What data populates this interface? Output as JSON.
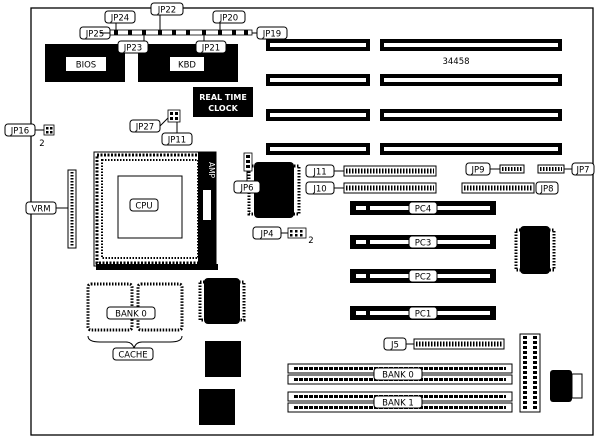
{
  "board": {
    "number": "34458",
    "chips": {
      "bios": "BIOS",
      "kbd": "KBD",
      "rtc_line1": "REAL TIME",
      "rtc_line2": "CLOCK",
      "cpu": "CPU",
      "socket_brand": "AMP"
    },
    "jumpers": {
      "jp16": "JP16",
      "jp16_pin": "2",
      "jp24": "JP24",
      "jp22": "JP22",
      "jp20": "JP20",
      "jp25": "JP25",
      "jp23": "JP23",
      "jp21": "JP21",
      "jp19": "JP19",
      "jp27": "JP27",
      "jp11": "JP11",
      "jp6": "JP6",
      "jp4": "JP4",
      "jp4_pin": "2",
      "jp9": "JP9",
      "jp7": "JP7",
      "jp8": "JP8"
    },
    "connectors": {
      "vrm": "VRM",
      "j11": "J11",
      "j10": "J10",
      "j5": "J5",
      "bank0_cache": "BANK 0",
      "cache": "CACHE",
      "simm_bank0": "BANK 0",
      "simm_bank1": "BANK 1"
    },
    "pci_slots": [
      "PC4",
      "PC3",
      "PC2",
      "PC1"
    ]
  }
}
